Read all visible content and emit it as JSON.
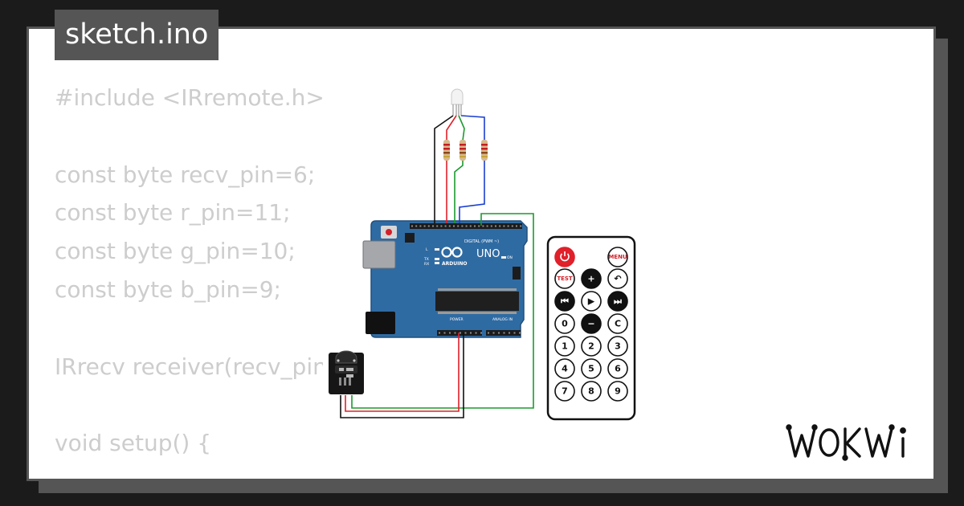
{
  "filename": "sketch.ino",
  "code_lines": [
    "#include <IRremote.h>",
    "",
    "const byte recv_pin=6;",
    "const byte r_pin=11;",
    "const byte g_pin=10;",
    "const byte b_pin=9;",
    "",
    "IRrecv receiver(recv_pin);",
    "",
    "void setup() {"
  ],
  "board": {
    "name": "UNO",
    "brand": "ARDUINO",
    "digital_label": "DIGITAL (PWM ~)",
    "power_label": "POWER",
    "analog_label": "ANALOG IN",
    "on_label": "ON",
    "tx_label": "TX",
    "rx_label": "RX",
    "l_label": "L",
    "color": "#2f6ba3"
  },
  "remote": {
    "buttons": [
      "",
      "MENU",
      "TEST",
      "+",
      "↶",
      "⏮",
      "▶",
      "⏭",
      "0",
      "−",
      "C",
      "1",
      "2",
      "3",
      "4",
      "5",
      "6",
      "7",
      "8",
      "9"
    ]
  },
  "wires": {
    "red": "#e0202a",
    "green": "#1c9a2f",
    "blue": "#1a3fd1",
    "black": "#111111"
  },
  "brand": "WOKWi"
}
